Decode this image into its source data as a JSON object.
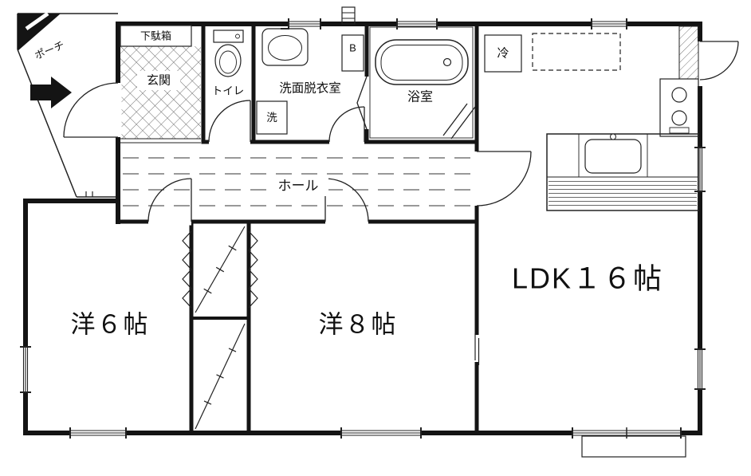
{
  "floorplan": {
    "labels": {
      "porch": "ポーチ",
      "shoe_cabinet": "下駄箱",
      "entrance": "玄関",
      "toilet": "トイレ",
      "washroom": "洗面脱衣室",
      "washing_machine": "洗",
      "water_heater": "B",
      "bathroom": "浴室",
      "refrigerator": "冷",
      "hall": "ホール",
      "ldk": "LDK１６帖",
      "western_room_6": "洋６帖",
      "western_room_8": "洋８帖"
    },
    "colors": {
      "wall": "#141414",
      "line": "#222222",
      "background": "#ffffff"
    }
  }
}
